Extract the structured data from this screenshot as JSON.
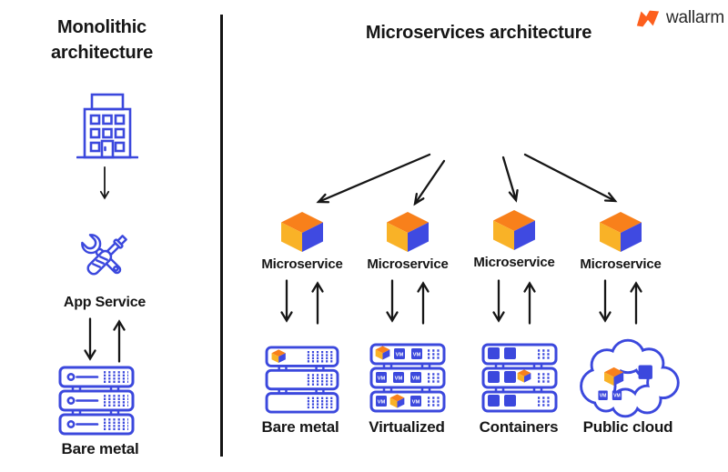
{
  "header": {
    "monolithic_title_line1": "Monolithic",
    "monolithic_title_line2": "architecture",
    "microservices_title": "Microservices architecture"
  },
  "brand": {
    "name": "wallarm"
  },
  "colors": {
    "ink": "#161616",
    "blue": "#3b48dd",
    "cube_top": "#f8801b",
    "cube_left": "#f9b227",
    "cube_right": "#3f4ae1",
    "logo_orange": "#fd5f1d"
  },
  "monolithic": {
    "app_service_label": "App Service",
    "bare_metal_label": "Bare metal"
  },
  "microservices": {
    "node_labels": [
      "Microservice",
      "Microservice",
      "Microservice",
      "Microservice"
    ],
    "platform_labels": [
      "Bare metal",
      "Virtualized",
      "Containers",
      "Public cloud"
    ]
  },
  "icons": {
    "vm_badge": "VM"
  }
}
